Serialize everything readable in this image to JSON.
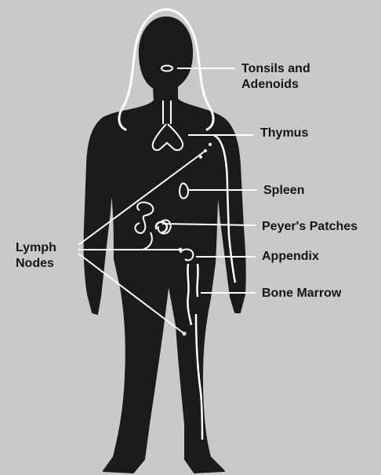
{
  "labels": {
    "tonsils": [
      "Tonsils and",
      "Adenoids"
    ],
    "thymus": "Thymus",
    "spleen": "Spleen",
    "peyers": "Peyer's Patches",
    "appendix": "Appendix",
    "marrow": "Bone Marrow",
    "lymph_nodes": [
      "Lymph",
      "Nodes"
    ]
  },
  "background_text_lines": [],
  "colors": {
    "body": "#1b1b1b",
    "outline": "#ffffff",
    "background": "#c9c9c9",
    "text": "#151515"
  }
}
